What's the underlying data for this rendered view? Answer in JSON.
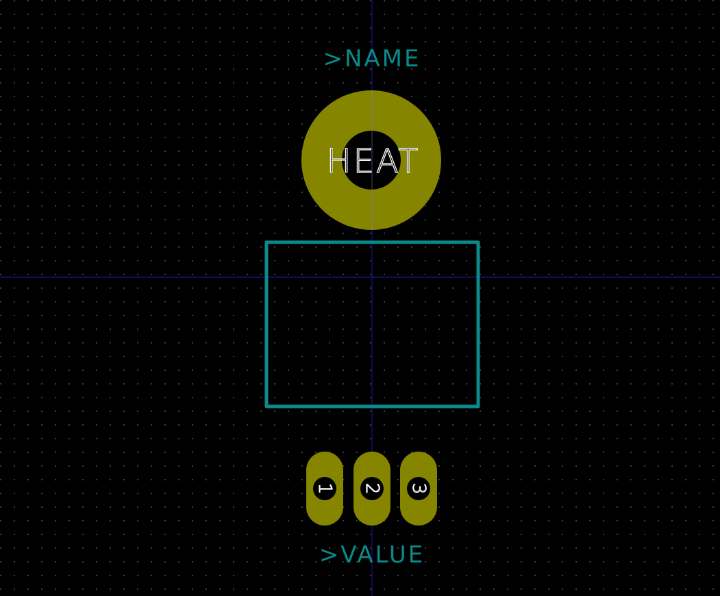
{
  "labels": {
    "name": ">NAME",
    "value": ">VALUE"
  },
  "pads": {
    "heatsink": {
      "label": "HEAT"
    },
    "pins": [
      {
        "label": "1"
      },
      {
        "label": "2"
      },
      {
        "label": "3"
      }
    ]
  },
  "colors": {
    "background": "#000000",
    "grid_dots": "#4a4a4a",
    "crosshair": "#1a1aa8",
    "pad_copper": "#858500",
    "silkscreen": "#0a8a8a",
    "pad_label": "#ffffff"
  }
}
